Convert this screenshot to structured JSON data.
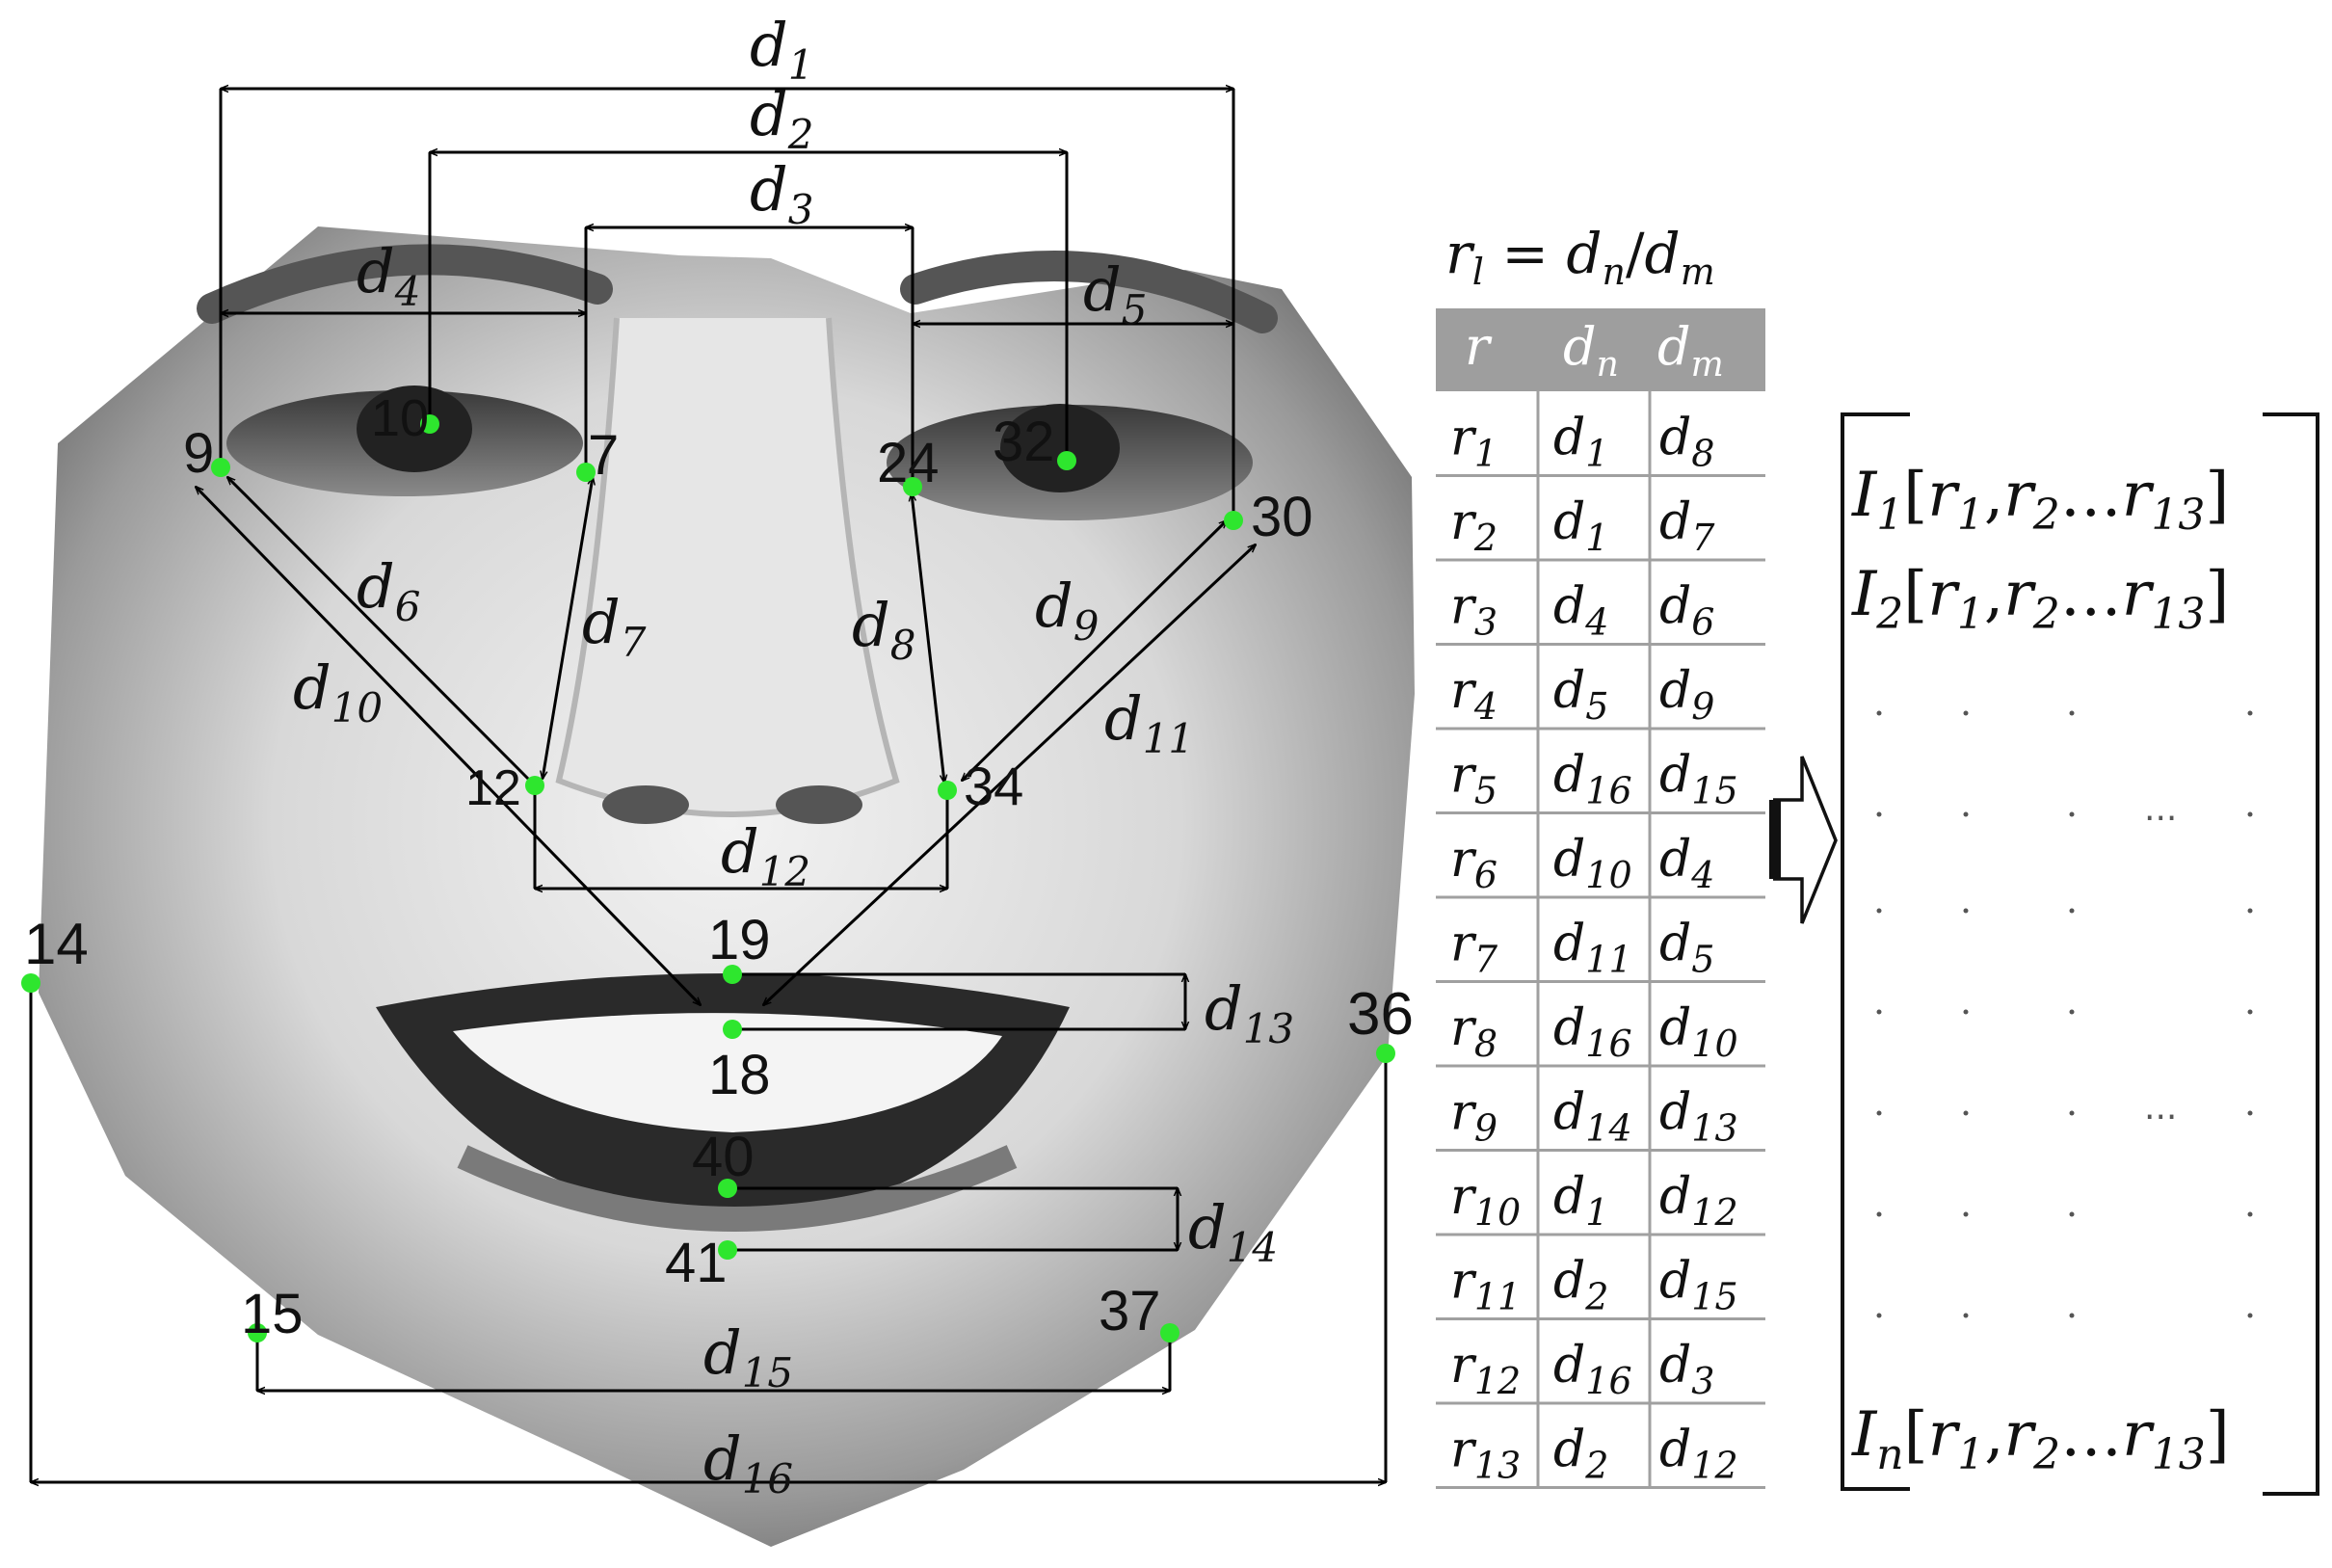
{
  "landmarks": [
    {
      "id": "9",
      "label": "9"
    },
    {
      "id": "10",
      "label": "10"
    },
    {
      "id": "7",
      "label": "7"
    },
    {
      "id": "24",
      "label": "24"
    },
    {
      "id": "32",
      "label": "32"
    },
    {
      "id": "30",
      "label": "30"
    },
    {
      "id": "12",
      "label": "12"
    },
    {
      "id": "34",
      "label": "34"
    },
    {
      "id": "14",
      "label": "14"
    },
    {
      "id": "19",
      "label": "19"
    },
    {
      "id": "18",
      "label": "18"
    },
    {
      "id": "36",
      "label": "36"
    },
    {
      "id": "40",
      "label": "40"
    },
    {
      "id": "41",
      "label": "41"
    },
    {
      "id": "15",
      "label": "15"
    },
    {
      "id": "37",
      "label": "37"
    }
  ],
  "distances": [
    {
      "base": "d",
      "sub": "1"
    },
    {
      "base": "d",
      "sub": "2"
    },
    {
      "base": "d",
      "sub": "3"
    },
    {
      "base": "d",
      "sub": "4"
    },
    {
      "base": "d",
      "sub": "5"
    },
    {
      "base": "d",
      "sub": "6"
    },
    {
      "base": "d",
      "sub": "7"
    },
    {
      "base": "d",
      "sub": "8"
    },
    {
      "base": "d",
      "sub": "9"
    },
    {
      "base": "d",
      "sub": "10"
    },
    {
      "base": "d",
      "sub": "11"
    },
    {
      "base": "d",
      "sub": "12"
    },
    {
      "base": "d",
      "sub": "13"
    },
    {
      "base": "d",
      "sub": "14"
    },
    {
      "base": "d",
      "sub": "15"
    },
    {
      "base": "d",
      "sub": "16"
    }
  ],
  "formula": {
    "lhs": "r",
    "lhs_sub": "l",
    "eq": " = ",
    "n": "d",
    "n_sub": "n",
    "slash": "/",
    "m": "d",
    "m_sub": "m"
  },
  "ratio_table": {
    "headers": [
      {
        "base": "r",
        "sub": ""
      },
      {
        "base": "d",
        "sub": "n"
      },
      {
        "base": "d",
        "sub": "m"
      }
    ],
    "rows": [
      {
        "r": "1",
        "dn": "1",
        "dm": "8"
      },
      {
        "r": "2",
        "dn": "1",
        "dm": "7"
      },
      {
        "r": "3",
        "dn": "4",
        "dm": "6"
      },
      {
        "r": "4",
        "dn": "5",
        "dm": "9"
      },
      {
        "r": "5",
        "dn": "16",
        "dm": "15"
      },
      {
        "r": "6",
        "dn": "10",
        "dm": "4"
      },
      {
        "r": "7",
        "dn": "11",
        "dm": "5"
      },
      {
        "r": "8",
        "dn": "16",
        "dm": "10"
      },
      {
        "r": "9",
        "dn": "14",
        "dm": "13"
      },
      {
        "r": "10",
        "dn": "1",
        "dm": "12"
      },
      {
        "r": "11",
        "dn": "2",
        "dm": "15"
      },
      {
        "r": "12",
        "dn": "16",
        "dm": "3"
      },
      {
        "r": "13",
        "dn": "2",
        "dm": "12"
      }
    ],
    "header_color": "#9e9e9e",
    "line_color": "#a0a0a0"
  },
  "matrix": {
    "rows": [
      {
        "base": "I",
        "sub": "1",
        "open": "[",
        "r1": "r",
        "r1_sub": "1",
        "comma": ",",
        "r2": "r",
        "r2_sub": "2",
        "ellipsis": "…",
        "rn": "r",
        "rn_sub": "13",
        "close": "]"
      },
      {
        "base": "I",
        "sub": "2",
        "open": "[",
        "r1": "r",
        "r1_sub": "1",
        "comma": ",",
        "r2": "r",
        "r2_sub": "2",
        "ellipsis": "…",
        "rn": "r",
        "rn_sub": "13",
        "close": "]"
      },
      {
        "base": "I",
        "sub": "n",
        "open": "[",
        "r1": "r",
        "r1_sub": "1",
        "comma": ",",
        "r2": "r",
        "r2_sub": "2",
        "ellipsis": "…",
        "rn": "r",
        "rn_sub": "13",
        "close": "]"
      }
    ],
    "dot_ellipsis": "..."
  },
  "colors": {
    "landmark": "#2ee62e",
    "line": "#000000",
    "background": "#ffffff"
  }
}
